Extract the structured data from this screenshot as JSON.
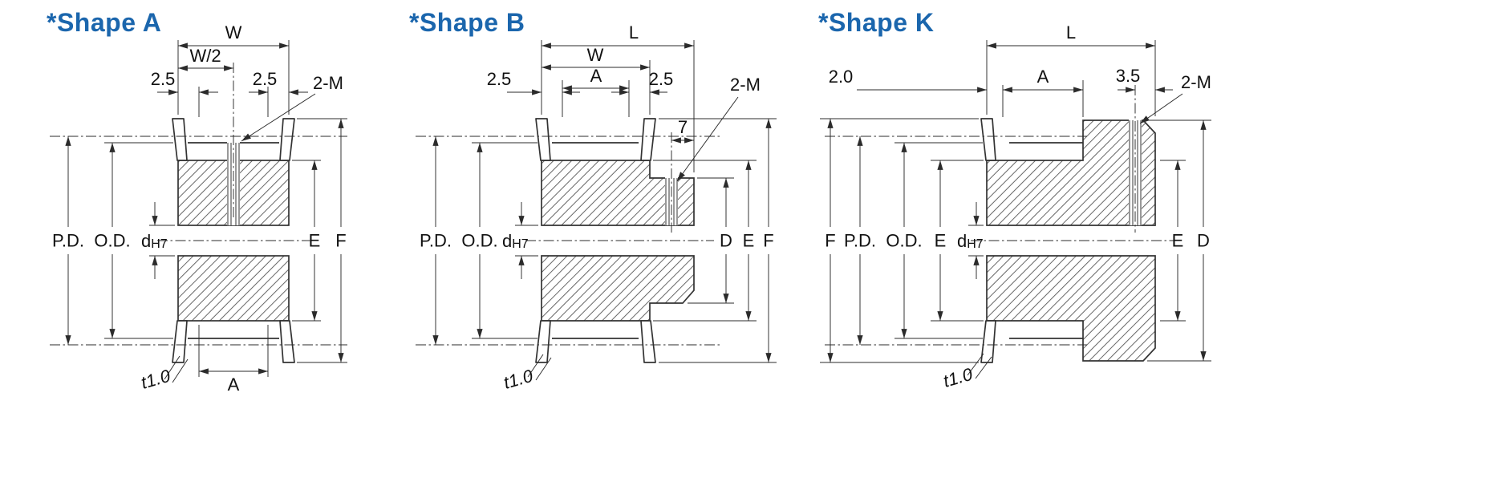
{
  "page": {
    "background": "#ffffff",
    "accent_color": "#1b66ad",
    "drawing_line_color": "#333333"
  },
  "shapes": {
    "a": {
      "title": "*Shape A",
      "dims": {
        "w": "W",
        "w_half": "W/2",
        "left_offset": "2.5",
        "right_offset": "2.5",
        "tap": "2-M",
        "pd": "P.D.",
        "od": "O.D.",
        "bore": "d",
        "bore_tol": "H7",
        "e": "E",
        "f": "F",
        "a": "A",
        "flange_t": "t1.0"
      }
    },
    "b": {
      "title": "*Shape B",
      "dims": {
        "l": "L",
        "w": "W",
        "a": "A",
        "left_offset": "2.5",
        "right_offset": "2.5",
        "boss_hole_offset": "7",
        "tap": "2-M",
        "pd": "P.D.",
        "od": "O.D.",
        "bore": "d",
        "bore_tol": "H7",
        "d": "D",
        "e": "E",
        "f": "F",
        "flange_t": "t1.0"
      }
    },
    "k": {
      "title": "*Shape K",
      "dims": {
        "l": "L",
        "left_offset": "2.0",
        "a": "A",
        "boss_hole_offset": "3.5",
        "tap": "2-M",
        "f": "F",
        "pd": "P.D.",
        "od": "O.D.",
        "e_left": "E",
        "bore": "d",
        "bore_tol": "H7",
        "e_right": "E",
        "d": "D",
        "flange_t": "t1.0"
      }
    }
  }
}
